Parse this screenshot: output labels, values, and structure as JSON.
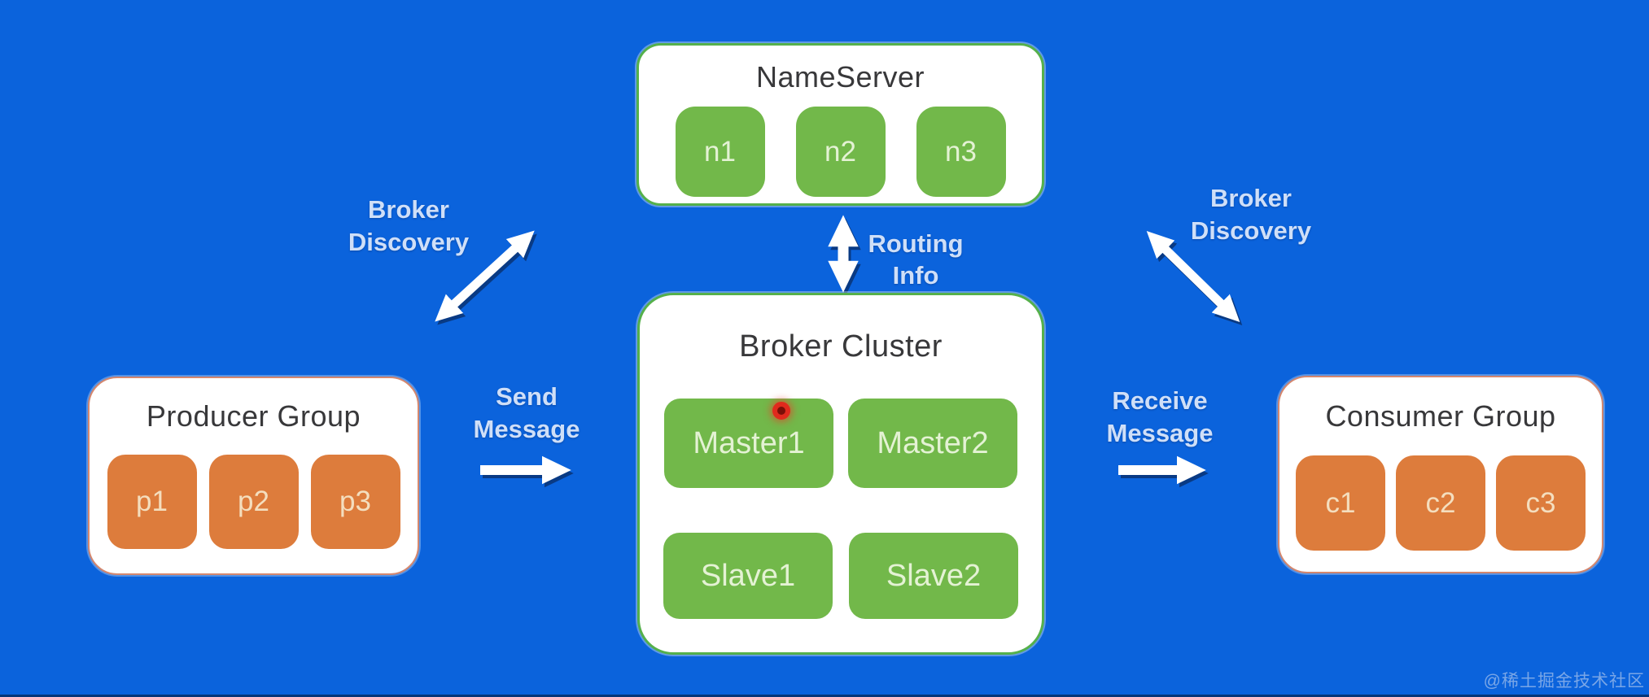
{
  "colors": {
    "bg": "#0b63dc",
    "panel": "#ffffff",
    "green": "#72b84a",
    "green-border": "#55b04b",
    "green-text": "#e4f2d4",
    "orange": "#dd7c3c",
    "orange-border": "#d4876e",
    "orange-text": "#f4debe",
    "title": "#38383a",
    "label": "#cfdff8",
    "arrow": "#ffffff",
    "red-dot": "#e02a1d"
  },
  "nameserver": {
    "title": "NameServer",
    "nodes": [
      "n1",
      "n2",
      "n3"
    ]
  },
  "broker_cluster": {
    "title": "Broker Cluster",
    "masters": [
      "Master1",
      "Master2"
    ],
    "slaves": [
      "Slave1",
      "Slave2"
    ]
  },
  "producer_group": {
    "title": "Producer Group",
    "nodes": [
      "p1",
      "p2",
      "p3"
    ]
  },
  "consumer_group": {
    "title": "Consumer Group",
    "nodes": [
      "c1",
      "c2",
      "c3"
    ]
  },
  "labels": {
    "broker_discovery_left": {
      "line1": "Broker",
      "line2": "Discovery"
    },
    "broker_discovery_right": {
      "line1": "Broker",
      "line2": "Discovery"
    },
    "routing_info": {
      "line1": "Routing",
      "line2": "Info"
    },
    "send_message": {
      "line1": "Send",
      "line2": "Message"
    },
    "receive_message": {
      "line1": "Receive",
      "line2": "Message"
    }
  },
  "watermark": "@稀土掘金技术社区"
}
